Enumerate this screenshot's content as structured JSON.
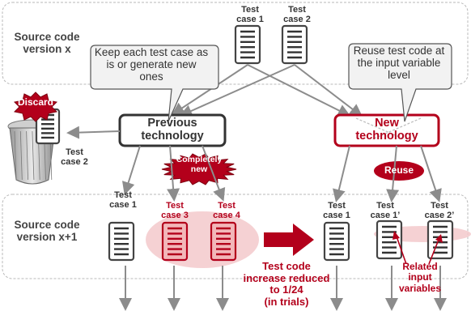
{
  "colors": {
    "accent": "#b3001b",
    "pale_red": "#f3c9cb",
    "section_border": "#b9b9b9",
    "arrow_gray": "#8c8c8c",
    "text": "#333333"
  },
  "sections": {
    "top_label": "Source code\nversion x",
    "bottom_label": "Source code\nversion x+1"
  },
  "top_cases": [
    {
      "label": "Test\ncase 1"
    },
    {
      "label": "Test\ncase 2"
    }
  ],
  "callouts": {
    "left": "Keep each test case as\nis or generate new\nones",
    "right": "Reuse test code at\nthe input variable\nlevel"
  },
  "technologies": {
    "previous": "Previous\ntechnology",
    "new": "New\ntechnology"
  },
  "badges": {
    "discard": "Discard",
    "completely_new": "Completely\nnew",
    "reuse": "Reuse"
  },
  "discarded_case": "Test\ncase 2",
  "bottom_cases": [
    {
      "label": "Test\ncase 1",
      "red": false
    },
    {
      "label": "Test\ncase 3",
      "red": true
    },
    {
      "label": "Test\ncase 4",
      "red": true
    },
    {
      "label": "Test\ncase 1",
      "red": false
    },
    {
      "label": "Test\ncase 1’",
      "red": false
    },
    {
      "label": "Test\ncase 2’",
      "red": false
    }
  ],
  "result_text": "Test code\nincrease reduced\nto 1/24\n(in trials)",
  "related_text": "Related\ninput\nvariables"
}
